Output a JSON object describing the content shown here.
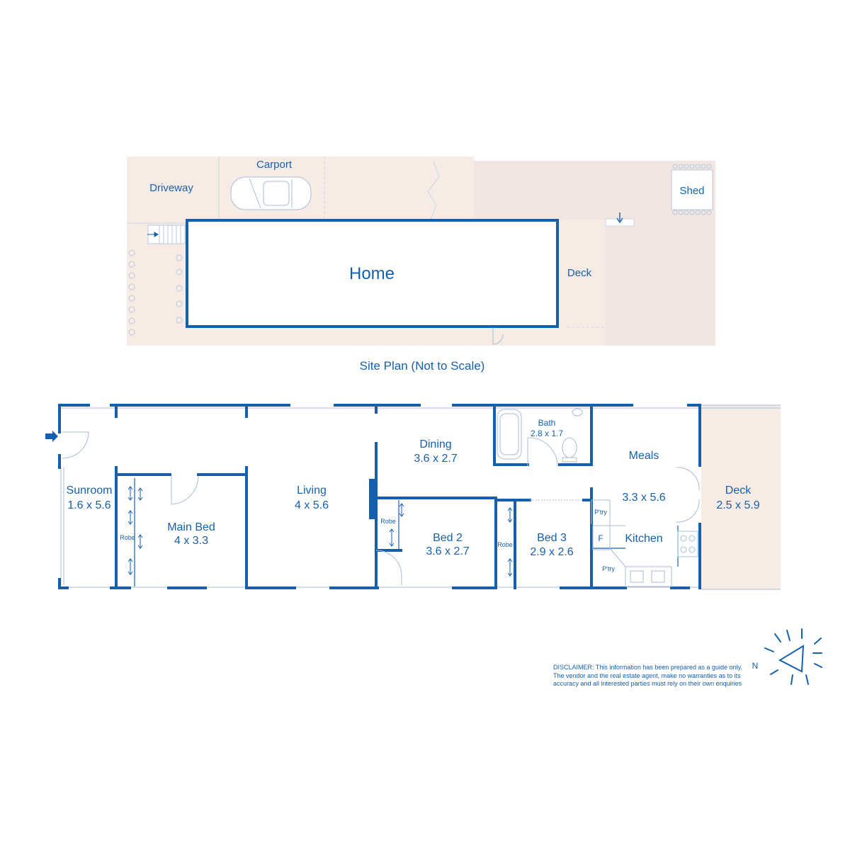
{
  "site_plan": {
    "caption": "Site Plan (Not to Scale)",
    "labels": {
      "driveway": "Driveway",
      "carport": "Carport",
      "shed": "Shed",
      "home": "Home",
      "deck": "Deck"
    }
  },
  "floor_plan": {
    "rooms": [
      {
        "id": "sunroom",
        "name": "Sunroom",
        "dims": "1.6 x 5.6"
      },
      {
        "id": "main-bed",
        "name": "Main Bed",
        "dims": "4 x 3.3"
      },
      {
        "id": "living",
        "name": "Living",
        "dims": "4 x 5.6"
      },
      {
        "id": "dining",
        "name": "Dining",
        "dims": "3.6 x 2.7"
      },
      {
        "id": "bath",
        "name": "Bath",
        "dims": "2.8 x 1.7"
      },
      {
        "id": "meals",
        "name": "Meals",
        "dims": "3.3 x 5.6"
      },
      {
        "id": "bed-2",
        "name": "Bed 2",
        "dims": "3.6 x 2.7"
      },
      {
        "id": "bed-3",
        "name": "Bed 3",
        "dims": "2.9 x 2.6"
      },
      {
        "id": "kitchen",
        "name": "Kitchen",
        "dims": ""
      },
      {
        "id": "deck",
        "name": "Deck",
        "dims": "2.5 x 5.9"
      }
    ],
    "small_labels": {
      "robe_main": "Robe",
      "robe_bed2": "Robe",
      "robe_bed3": "Robe",
      "pantry_top": "P'try",
      "fridge": "F",
      "pantry_bottom": "P'try"
    }
  },
  "compass": {
    "letter": "N"
  },
  "disclaimer": "DISCLAIMER: This information has been prepared as a guide only. The vendor and the real estate agent, make no warranties as to its accuracy and all interested parties must rely on their own enquiries",
  "colors": {
    "wall": "#1560ad",
    "land": "#f7ebe6",
    "land_alt": "#f3e8e4",
    "text": "#1560ad"
  }
}
